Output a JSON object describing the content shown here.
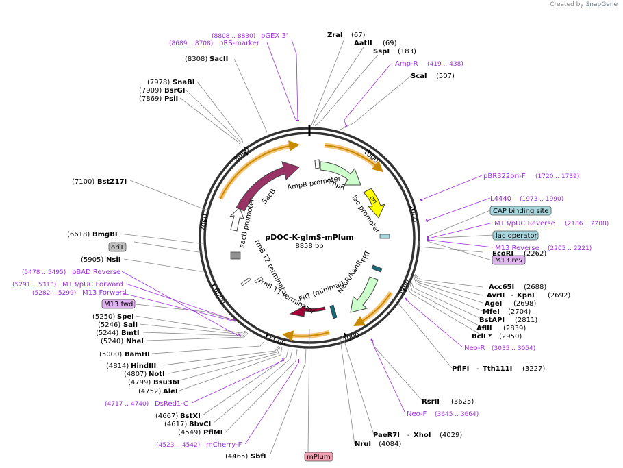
{
  "credit": {
    "prefix": "Created by",
    "brand": "SnapGene"
  },
  "plasmid": {
    "name": "pDOC-K-glmS-mPlum",
    "length": "8858 bp"
  },
  "ticks": [
    "1000",
    "2000",
    "3000",
    "4000",
    "5000",
    "6000",
    "7000",
    "8000"
  ],
  "features": [
    {
      "label": "AmpR promoter",
      "color": "#ffffff"
    },
    {
      "label": "AmpR",
      "color": "#ccffcc"
    },
    {
      "label": "ori",
      "color": "#ffff00"
    },
    {
      "label": "lac promoter",
      "color": "#ffffff"
    },
    {
      "label": "FRT",
      "color": "#1a6b7a"
    },
    {
      "label": "NeoR/KanR",
      "color": "#ccffcc"
    },
    {
      "label": "FRT (minimal)",
      "color": "#1a6b7a"
    },
    {
      "label": "rrnB T1 terminator",
      "color": "#ffffff"
    },
    {
      "label": "rrnB T2 terminator",
      "color": "#ffffff"
    },
    {
      "label": "sacB promoter",
      "color": "#ffffff"
    },
    {
      "label": "SacB",
      "color": "#993366"
    }
  ],
  "label_boxes": [
    {
      "text": "CAP binding site",
      "color": "#a6d5dd"
    },
    {
      "text": "lac operator",
      "color": "#a6d5dd"
    },
    {
      "text": "M13 rev",
      "color": "#e0b3f0"
    },
    {
      "text": "oriT",
      "color": "#c0c0c0"
    },
    {
      "text": "M13 fwd",
      "color": "#e0b3f0"
    },
    {
      "text": "mPlum",
      "color": "#f0a0b0"
    }
  ],
  "enzymes": [
    {
      "name": "ZraI",
      "pos": "(67)"
    },
    {
      "name": "AatII",
      "pos": "(69)"
    },
    {
      "name": "SspI",
      "pos": "(183)"
    },
    {
      "name": "ScaI",
      "pos": "(507)"
    },
    {
      "name": "EcoRI",
      "pos": "(2262)"
    },
    {
      "name": "Acc65I",
      "pos": "(2688)"
    },
    {
      "name": "AvrII",
      "pos": ""
    },
    {
      "name": "KpnI",
      "pos": "(2692)"
    },
    {
      "name": "AgeI",
      "pos": "(2698)"
    },
    {
      "name": "MfeI",
      "pos": "(2704)"
    },
    {
      "name": "BstAPI",
      "pos": "(2811)"
    },
    {
      "name": "AflII",
      "pos": "(2839)"
    },
    {
      "name": "BclI *",
      "pos": "(2950)"
    },
    {
      "name": "PflFI",
      "pos": ""
    },
    {
      "name": "Tth111I",
      "pos": "(3227)"
    },
    {
      "name": "RsrII",
      "pos": "(3625)"
    },
    {
      "name": "PaeR7I",
      "pos": ""
    },
    {
      "name": "XhoI",
      "pos": "(4029)"
    },
    {
      "name": "NruI",
      "pos": "(4084)"
    },
    {
      "name": "SbfI",
      "pos": "(4465)"
    },
    {
      "name": "PflMI",
      "pos": "(4549)"
    },
    {
      "name": "BbvCI",
      "pos": "(4617)"
    },
    {
      "name": "BstXI",
      "pos": "(4667)"
    },
    {
      "name": "AleI",
      "pos": "(4752)"
    },
    {
      "name": "Bsu36I",
      "pos": "(4799)"
    },
    {
      "name": "NotI",
      "pos": "(4807)"
    },
    {
      "name": "HindIII",
      "pos": "(4814)"
    },
    {
      "name": "BamHI",
      "pos": "(5000)"
    },
    {
      "name": "NheI",
      "pos": "(5240)"
    },
    {
      "name": "BmtI",
      "pos": "(5244)"
    },
    {
      "name": "SalI",
      "pos": "(5246)"
    },
    {
      "name": "SpeI",
      "pos": "(5250)"
    },
    {
      "name": "NsiI",
      "pos": "(5905)"
    },
    {
      "name": "BmgBI",
      "pos": "(6618)"
    },
    {
      "name": "BstZ17I",
      "pos": "(7100)"
    },
    {
      "name": "PsiI",
      "pos": "(7869)"
    },
    {
      "name": "BsrGI",
      "pos": "(7909)"
    },
    {
      "name": "SnaBI",
      "pos": "(7978)"
    },
    {
      "name": "SacII",
      "pos": "(8308)"
    }
  ],
  "primers": [
    {
      "name": "pGEX 3'",
      "range": "(8808 .. 8830)"
    },
    {
      "name": "pRS-marker",
      "range": "(8689 .. 8708)"
    },
    {
      "name": "Amp-R",
      "range": "(419 .. 438)"
    },
    {
      "name": "pBR322ori-F",
      "range": "(1720 .. 1739)"
    },
    {
      "name": "L4440",
      "range": "(1973 .. 1990)"
    },
    {
      "name": "M13/pUC Reverse",
      "range": "(2186 .. 2208)"
    },
    {
      "name": "M13 Reverse",
      "range": "(2205 .. 2221)"
    },
    {
      "name": "Neo-R",
      "range": "(3035 .. 3054)"
    },
    {
      "name": "Neo-F",
      "range": "(3645 .. 3664)"
    },
    {
      "name": "mCherry-F",
      "range": "(4523 .. 4542)"
    },
    {
      "name": "DsRed1-C",
      "range": "(4717 .. 4740)"
    },
    {
      "name": "M13 Forward",
      "range": "(5282 .. 5299)"
    },
    {
      "name": "M13/pUC Forward",
      "range": "(5291 .. 5313)"
    },
    {
      "name": "pBAD Reverse",
      "range": "(5478 .. 5495)"
    }
  ],
  "colors": {
    "primer": "#9b30d9",
    "enzyme": "#000000",
    "orf_outline": "#f5c57a",
    "orf_line": "#c88a00"
  }
}
